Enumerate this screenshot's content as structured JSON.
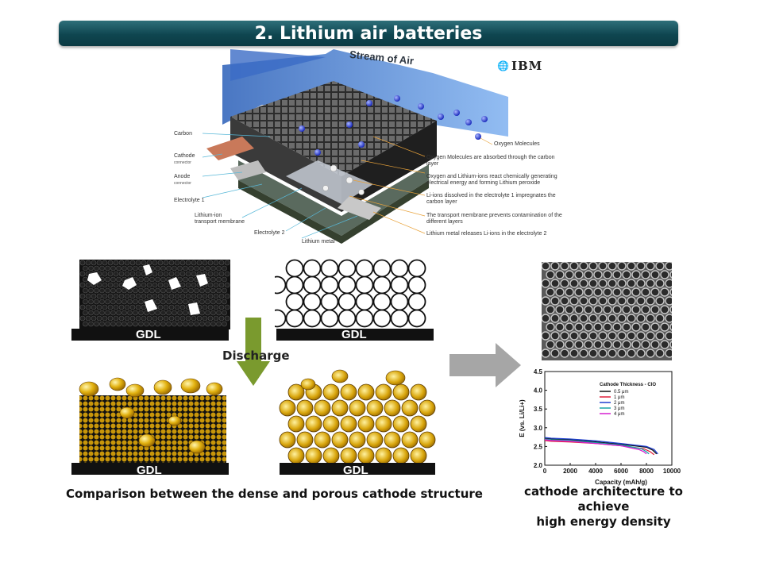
{
  "title": "2. Lithium air batteries",
  "battery_diagram": {
    "stream_label": "Stream of Air",
    "brand": "IBM",
    "left_labels": [
      {
        "name": "Carbon",
        "sub": ""
      },
      {
        "name": "Cathode",
        "sub": "connector"
      },
      {
        "name": "Anode",
        "sub": "connector"
      },
      {
        "name": "Electrolyte 1",
        "sub": ""
      },
      {
        "name": "Lithium-ion",
        "sub": "transport membrane"
      },
      {
        "name": "Electrolyte 2",
        "sub": ""
      },
      {
        "name": "Lithium metal",
        "sub": ""
      }
    ],
    "right_labels": [
      "Oxygen Molecules",
      "Oxygen Molecules are absorbed through the carbon layer",
      "Oxygen and Lithium-ions react chemically generating electrical energy and forming Lithium peroxide",
      "Li-ions dissolved in the electrolyte 1 impregnates the carbon layer",
      "The transport membrane prevents contamination of the different layers",
      "Lithium metal releases Li-ions in the electrolyte 2"
    ]
  },
  "gdl_label": "GDL",
  "discharge_label": "Discharge",
  "comparison_caption": "Comparison between the dense and porous cathode structure",
  "architecture_caption_line1": "cathode architecture to achieve",
  "architecture_caption_line2": "high energy density",
  "chart_data": {
    "type": "line",
    "legend_title": "Cathode Thickness - CIO",
    "xlabel": "Capacity (mAh/g)",
    "ylabel": "E (vs. Li/Li+)",
    "xlim": [
      0,
      10000
    ],
    "ylim": [
      2.0,
      4.5
    ],
    "xticks": [
      "0",
      "2000",
      "4000",
      "6000",
      "8000",
      "10000"
    ],
    "yticks": [
      "2.0",
      "2.5",
      "3.0",
      "3.5",
      "4.0",
      "4.5"
    ],
    "series": [
      {
        "name": "0.5 μm",
        "color": "#111111",
        "x": [
          0,
          500,
          2000,
          4000,
          6000,
          8000,
          8500,
          8800
        ],
        "y": [
          2.72,
          2.7,
          2.68,
          2.62,
          2.56,
          2.48,
          2.4,
          2.3
        ]
      },
      {
        "name": "1 μm",
        "color": "#e0213a",
        "x": [
          0,
          500,
          2000,
          4000,
          6000,
          7800,
          8300,
          8600
        ],
        "y": [
          2.66,
          2.64,
          2.62,
          2.58,
          2.52,
          2.44,
          2.36,
          2.28
        ]
      },
      {
        "name": "2 μm",
        "color": "#1f3fd0",
        "x": [
          0,
          500,
          2000,
          4000,
          6000,
          8000,
          8600,
          8900
        ],
        "y": [
          2.74,
          2.72,
          2.7,
          2.65,
          2.58,
          2.5,
          2.42,
          2.3
        ]
      },
      {
        "name": "3 μm",
        "color": "#18a3a8",
        "x": [
          0,
          500,
          2000,
          4000,
          6000,
          7600,
          8000,
          8200
        ],
        "y": [
          2.7,
          2.68,
          2.66,
          2.6,
          2.54,
          2.44,
          2.36,
          2.3
        ]
      },
      {
        "name": "4 μm",
        "color": "#d61fd0",
        "x": [
          0,
          500,
          2000,
          4000,
          6000,
          7400,
          7800,
          8000
        ],
        "y": [
          2.68,
          2.66,
          2.64,
          2.58,
          2.52,
          2.42,
          2.36,
          2.3
        ]
      }
    ]
  }
}
